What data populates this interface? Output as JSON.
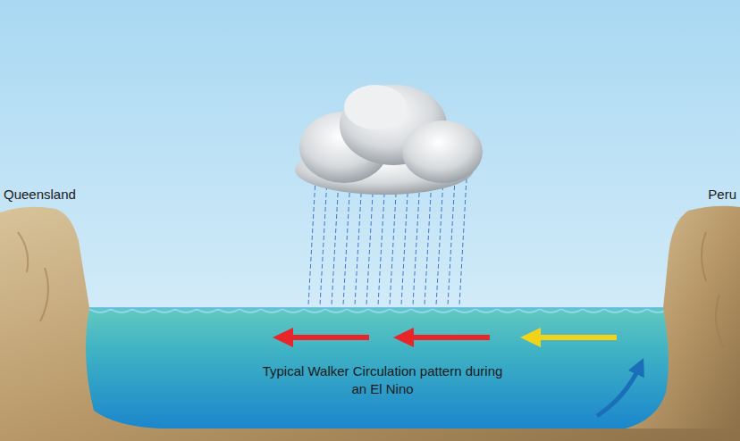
{
  "diagram": {
    "labels": [
      "Queensland",
      "Peru",
      "Typical Walker Circulation pattern during an El Nino"
    ]
  }
}
